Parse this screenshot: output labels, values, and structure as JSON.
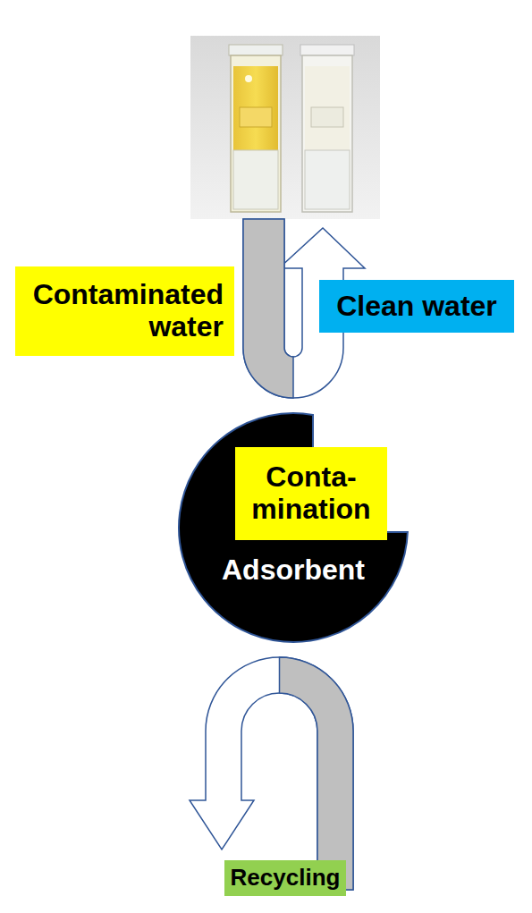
{
  "diagram": {
    "nodes": [
      {
        "text": [
          "Contaminated water"
        ]
      },
      {
        "text": [
          "Clean water"
        ]
      },
      {
        "text": [
          "Adsorbent"
        ]
      },
      {
        "text": [
          "Conta- mination"
        ],
        "in": 2
      },
      {
        "text": [
          "Recycling"
        ]
      }
    ]
  }
}
